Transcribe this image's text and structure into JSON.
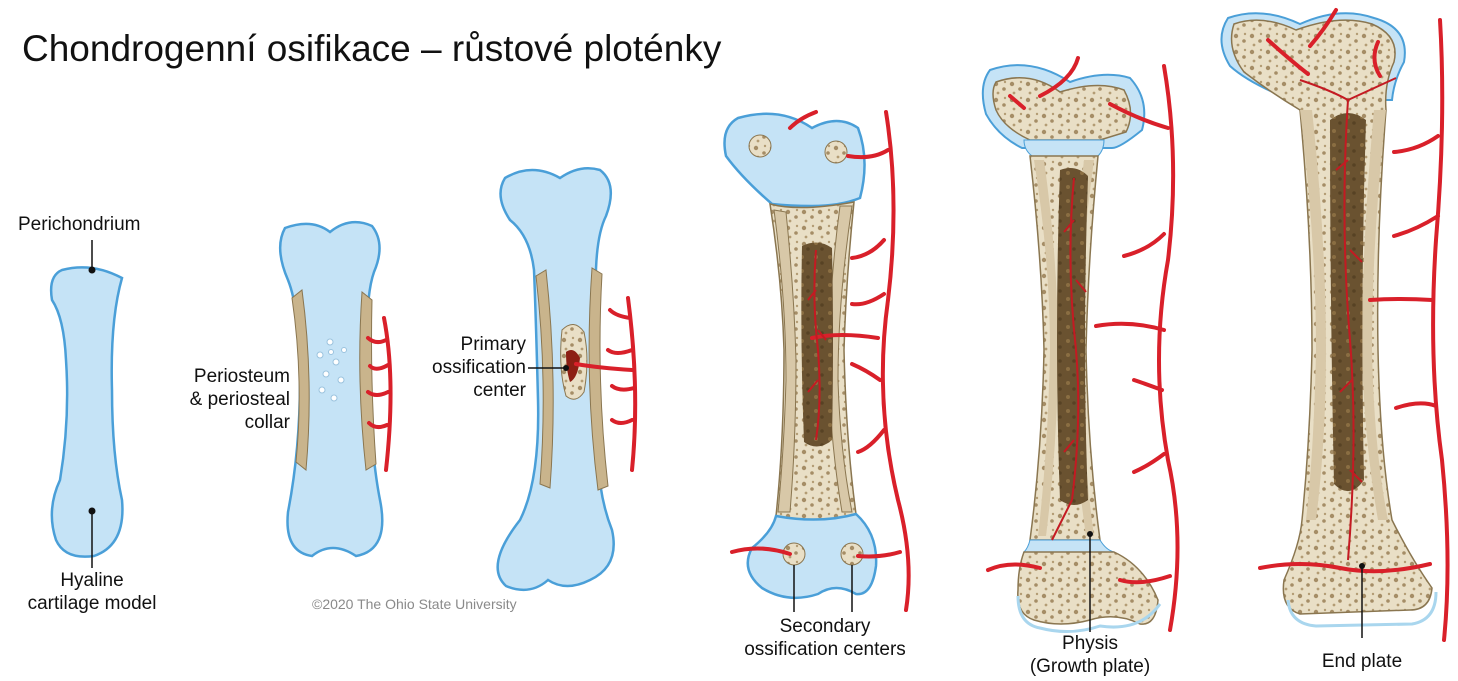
{
  "title": "Chondrogenní osifikace – růstové ploténky",
  "labels": {
    "perichondrium": "Perichondrium",
    "hyaline_line1": "Hyaline",
    "hyaline_line2": "cartilage model",
    "periosteum_line1": "Periosteum",
    "periosteum_line2": "& periosteal",
    "periosteum_line3": "collar",
    "primary_line1": "Primary",
    "primary_line2": "ossification",
    "primary_line3": "center",
    "secondary_line1": "Secondary",
    "secondary_line2": "ossification centers",
    "physis_line1": "Physis",
    "physis_line2": "(Growth plate)",
    "endplate": "End plate"
  },
  "copyright": "©2020 The Ohio State University",
  "colors": {
    "cartilage": "#c5e3f6",
    "cartilage_outline": "#4a9fd8",
    "bone_collar": "#d8c8a8",
    "spongy_bone": "#e6dac0",
    "marrow": "#6f5530",
    "vessel": "#d9202a",
    "outline": "#5a4a32"
  }
}
